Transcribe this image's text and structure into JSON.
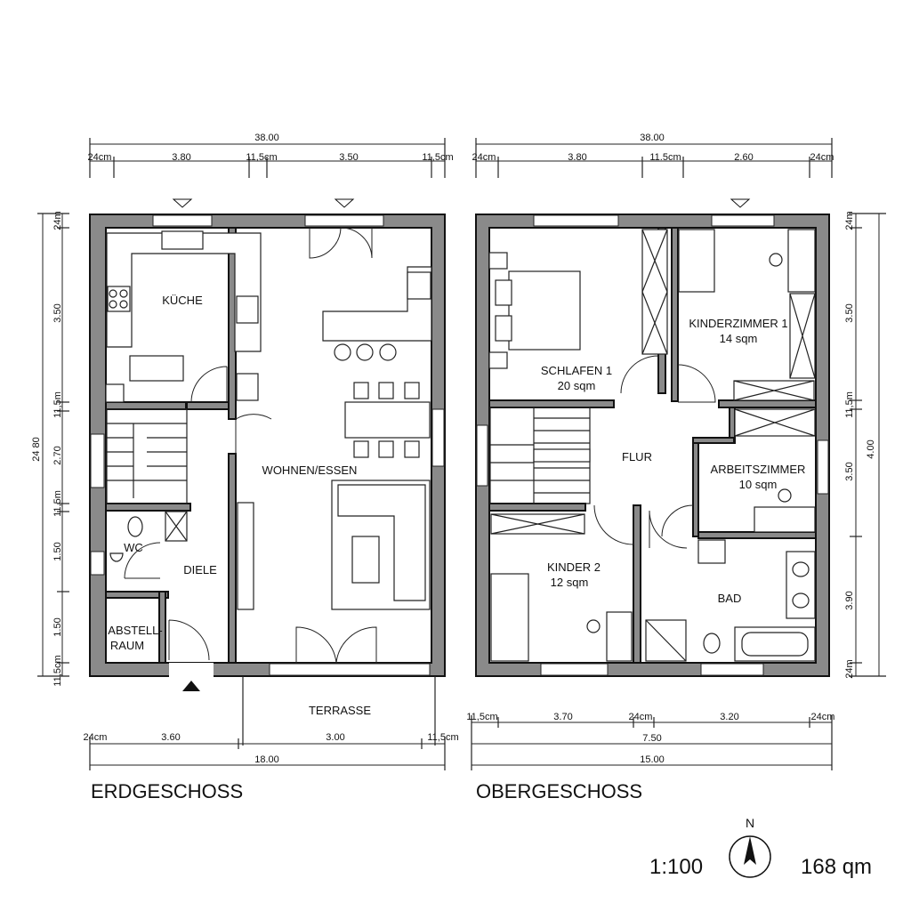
{
  "floors": {
    "ground": {
      "title": "ERDGESCHOSS",
      "rooms": {
        "kitchen": "KÜCHE",
        "living": "WOHNEN/ESSEN",
        "wc": "WC",
        "hall": "DIELE",
        "storage_1": "ABSTELL-",
        "storage_2": "RAUM",
        "terrace": "TERRASSE"
      },
      "dims_top": {
        "total": "38.00",
        "a": "24cm",
        "b": "3.80",
        "c": "11,5cm",
        "d": "3.50",
        "e": "11,5cm"
      },
      "dims_left": {
        "a": "24m",
        "b": "3.50",
        "c": "11,5m",
        "d": "2.70",
        "e": "11,5m",
        "f": "1.50",
        "g": "1.50",
        "h": "11,5cm",
        "total": "24 80"
      },
      "dims_bottom": {
        "a": "24cm",
        "b": "3.60",
        "c": "3.00",
        "d": "11,5cm",
        "total": "18.00"
      }
    },
    "upper": {
      "title": "OBERGESCHOSS",
      "rooms": {
        "bedroom": "SCHLAFEN 1",
        "bedroom_area": "20 sqm",
        "kids1": "KINDERZIMMER 1",
        "kids1_area": "14 sqm",
        "hall": "FLUR",
        "office": "ARBEITSZIMMER",
        "office_area": "10 sqm",
        "kids2": "KINDER 2",
        "kids2_area": "12 sqm",
        "bath": "BAD"
      },
      "dims_top": {
        "total": "38.00",
        "a": "24cm",
        "b": "3.80",
        "c": "11.5cm",
        "d": "2.60",
        "e": "24cm"
      },
      "dims_right": {
        "a": "24m",
        "b": "3.50",
        "c": "11,5m",
        "d": "3.50",
        "e": "3.90",
        "f": "24m",
        "total": "4.00"
      },
      "dims_bottom": {
        "a": "11,5cm",
        "b": "3.70",
        "c": "24cm",
        "d": "3.20",
        "e": "24cm",
        "sub": "7.50",
        "total": "15.00"
      }
    }
  },
  "scale": "1:100",
  "north": "N",
  "total_area": "168 qm"
}
